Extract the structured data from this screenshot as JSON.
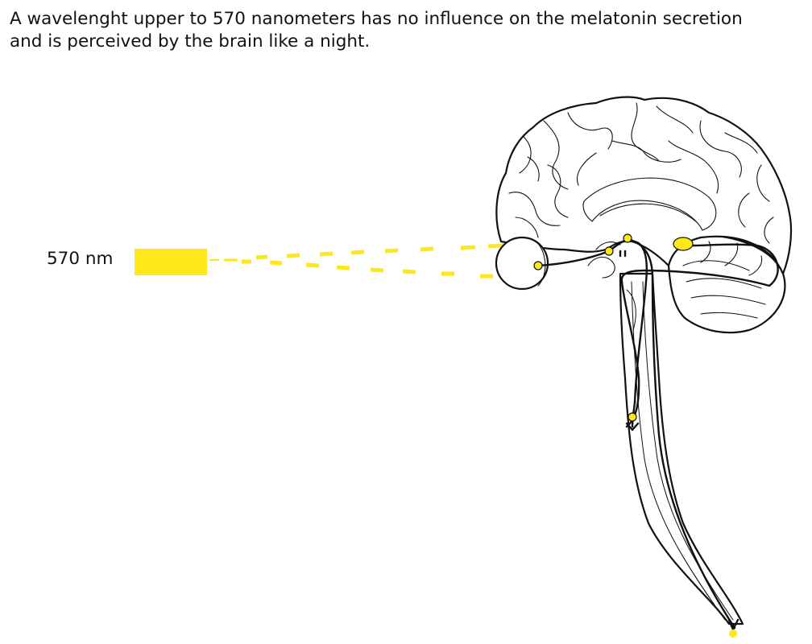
{
  "caption": {
    "line1": "A wavelenght upper to 570 nanometers has no influence on the melatonin secretion",
    "line2": "and is perceived by the brain like a night."
  },
  "light": {
    "label": "570 nm",
    "color": "#FFE81A"
  },
  "colors": {
    "outline": "#111111",
    "light_beam": "#FFE81A",
    "nodes": "#FFE81A",
    "background": "#FFFFFF"
  }
}
